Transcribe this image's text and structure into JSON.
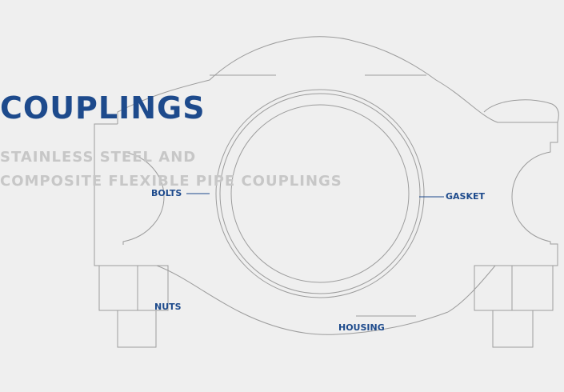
{
  "heading": {
    "title": "COUPLINGS",
    "subtitle_line1": "STAINLESS STEEL AND",
    "subtitle_line2": "COMPOSITE FLEXIBLE PIPE COUPLINGS"
  },
  "diagram": {
    "labels": {
      "bolts": "BOLTS",
      "gasket": "GASKET",
      "nuts": "NUTS",
      "housing": "HOUSING"
    }
  },
  "colors": {
    "background": "#efefef",
    "accent": "#1d4a8c",
    "subtitle": "#c7c7c7",
    "line": "#9c9c9c"
  }
}
